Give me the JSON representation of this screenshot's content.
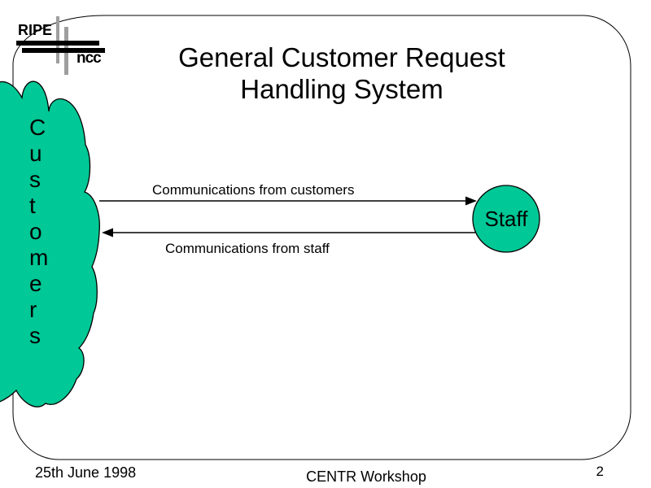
{
  "slide": {
    "title": "General Customer Request\nHandling System",
    "logo": {
      "primary": "RIPE",
      "secondary": "ncc"
    },
    "diagram": {
      "cloud_label": "Customers",
      "staff_label": "Staff",
      "flow_top_label": "Communications from customers",
      "flow_bottom_label": "Communications from staff"
    },
    "footer": {
      "date": "25th June 1998",
      "event": "CENTR Workshop",
      "page_number": "2"
    },
    "colors": {
      "shape_fill": "#00C896",
      "outline": "#000000",
      "logo_bar_gray": "#9E9E9E"
    }
  }
}
